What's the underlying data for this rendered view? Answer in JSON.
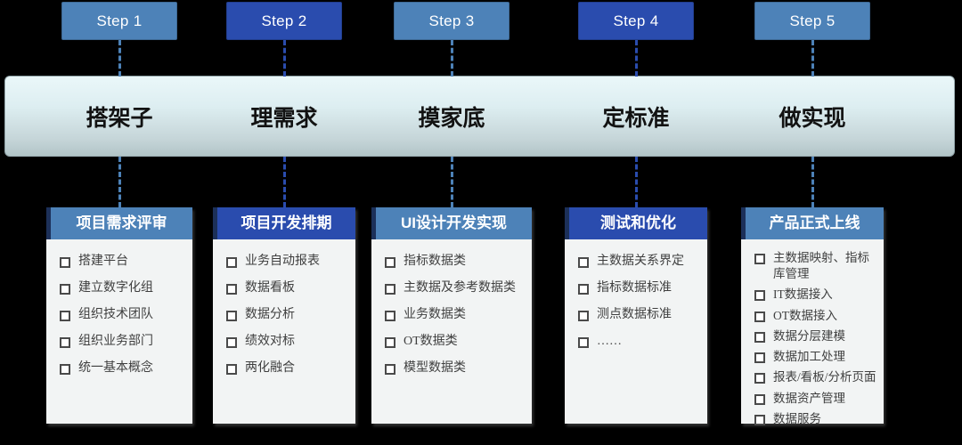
{
  "diagram": {
    "steps": [
      {
        "step_label": "Step 1",
        "phase_label": "搭架子",
        "card_title": "项目需求评审",
        "tone": "light",
        "items": [
          "搭建平台",
          "建立数字化组",
          "组织技术团队",
          "组织业务部门",
          "统一基本概念"
        ]
      },
      {
        "step_label": "Step 2",
        "phase_label": "理需求",
        "card_title": "项目开发排期",
        "tone": "dark",
        "items": [
          "业务自动报表",
          "数据看板",
          "数据分析",
          "绩效对标",
          "两化融合"
        ]
      },
      {
        "step_label": "Step 3",
        "phase_label": "摸家底",
        "card_title": "UI设计开发实现",
        "tone": "light",
        "items": [
          "指标数据类",
          "主数据及参考数据类",
          "业务数据类",
          "OT数据类",
          "模型数据类"
        ]
      },
      {
        "step_label": "Step 4",
        "phase_label": "定标准",
        "card_title": "测试和优化",
        "tone": "dark",
        "items": [
          "主数据关系界定",
          "指标数据标准",
          "测点数据标准",
          "……"
        ]
      },
      {
        "step_label": "Step 5",
        "phase_label": "做实现",
        "card_title": "产品正式上线",
        "tone": "light",
        "items": [
          "主数据映射、指标库管理",
          "IT数据接入",
          "OT数据接入",
          "数据分层建模",
          "数据加工处理",
          "报表/看板/分析页面",
          "数据资产管理",
          "数据服务"
        ]
      }
    ],
    "colors": {
      "step_blue_light": "#4d82b8",
      "step_blue_dark": "#2a4cae",
      "card_header_accent": "#1c3059",
      "card_body_bg": "#f2f4f4",
      "band_gradient_top": "#eaf7f9",
      "band_gradient_bottom": "#b2c5c8",
      "item_text": "#3f3f3f",
      "background": "#000000"
    }
  }
}
